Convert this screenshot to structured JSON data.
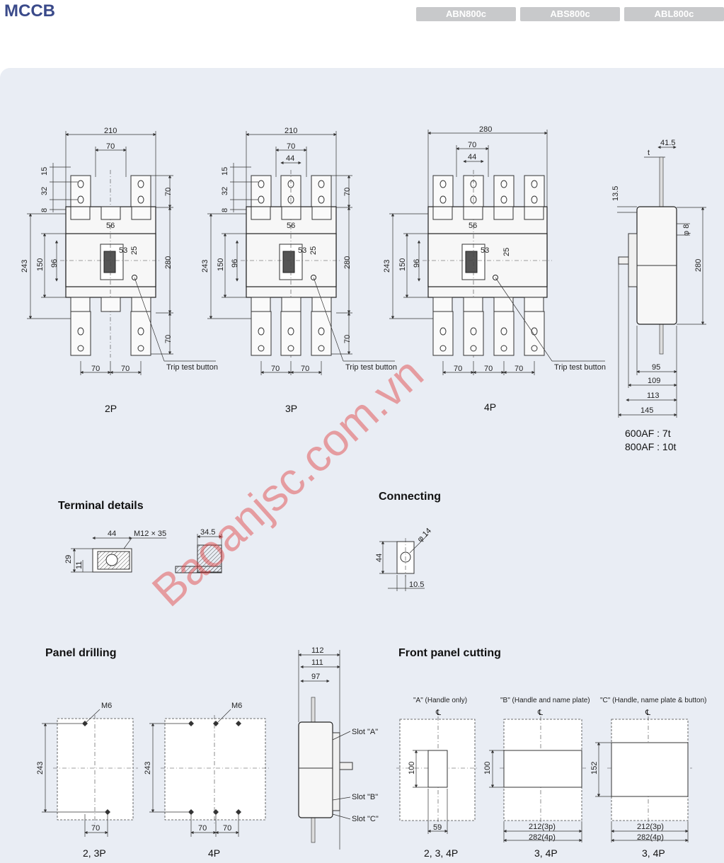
{
  "header": {
    "title": "MCCB",
    "tabs": [
      "ABN800c",
      "ABS800c",
      "ABL800c"
    ]
  },
  "watermark": "Baoanjsc.com.vn",
  "outline": {
    "p2": {
      "caption": "2P",
      "width": "210",
      "pitch": "70",
      "center_dim": "56",
      "d53": "53",
      "d25": "25",
      "d15": "15",
      "d32": "32",
      "d8": "8",
      "h243": "243",
      "h150": "150",
      "h96": "96",
      "h280": "280",
      "top70": "70",
      "bot70": "70",
      "b1": "70",
      "b2": "70",
      "trip": "Trip test button"
    },
    "p3": {
      "caption": "3P",
      "width": "210",
      "pitch": "70",
      "inner": "44",
      "center_dim": "56",
      "d53": "53",
      "d25": "25",
      "d15": "15",
      "d32": "32",
      "d8": "8",
      "h243": "243",
      "h150": "150",
      "h96": "96",
      "h280": "280",
      "top70": "70",
      "bot70": "70",
      "b1": "70",
      "b2": "70",
      "trip": "Trip test button"
    },
    "p4": {
      "caption": "4P",
      "width": "280",
      "pitch": "70",
      "inner": "44",
      "center_dim": "56",
      "d53": "53",
      "d25": "25",
      "h243": "243",
      "h150": "150",
      "h96": "96",
      "b1": "70",
      "b2": "70",
      "b3": "70",
      "trip": "Trip test button"
    },
    "side": {
      "t": "t",
      "d415": "41.5",
      "d135": "13.5",
      "phi8": "φ 8",
      "h280": "280",
      "w95": "95",
      "w109": "109",
      "w113": "113",
      "w145": "145",
      "note1": "600AF : 7t",
      "note2": "800AF : 10t"
    }
  },
  "terminal": {
    "title": "Terminal details",
    "d44": "44",
    "screw": "M12 × 35",
    "d29": "29",
    "d11": "11",
    "d345": "34.5"
  },
  "connecting": {
    "title": "Connecting",
    "phi14": "φ 14",
    "d44": "44",
    "d105": "10.5"
  },
  "drilling": {
    "title": "Panel drilling",
    "left": {
      "m6": "M6",
      "h243": "243",
      "w70": "70",
      "caption": "2, 3P"
    },
    "right": {
      "m6": "M6",
      "h243": "243",
      "w70a": "70",
      "w70b": "70",
      "caption": "4P"
    },
    "side": {
      "d112": "112",
      "d111": "111",
      "d97": "97",
      "slotA": "Slot \"A\"",
      "slotB": "Slot \"B\"",
      "slotC": "Slot \"C\""
    }
  },
  "cutting": {
    "title": "Front panel cutting",
    "a": {
      "label": "\"A\" (Handle only)",
      "cl": "℄",
      "h": "100",
      "w": "59",
      "caption": "2, 3, 4P"
    },
    "b": {
      "label": "\"B\" (Handle and name plate)",
      "cl": "℄",
      "h": "100",
      "w1": "212(3p)",
      "w2": "282(4p)",
      "caption": "3, 4P"
    },
    "c": {
      "label": "\"C\" (Handle, name plate & button)",
      "cl": "℄",
      "h": "152",
      "w1": "212(3p)",
      "w2": "282(4p)",
      "caption": "3, 4P"
    }
  }
}
